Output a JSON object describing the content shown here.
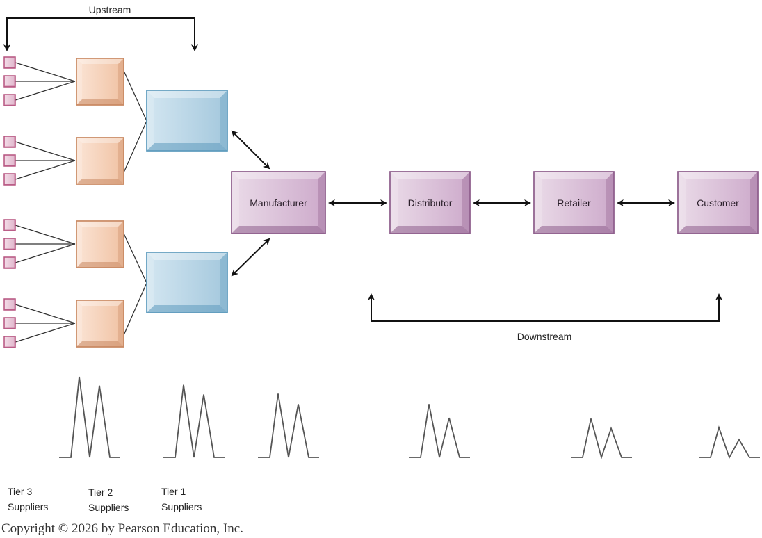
{
  "title": "Supply chain: upstream and downstream flow with demand variability (bullwhip effect)",
  "labels": {
    "upstream": "Upstream",
    "downstream": "Downstream",
    "copyright": "Copyright © 2026 by Pearson Education, Inc."
  },
  "tiers": [
    {
      "line1": "Tier 3",
      "line2": "Suppliers"
    },
    {
      "line1": "Tier 2",
      "line2": "Suppliers"
    },
    {
      "line1": "Tier 1",
      "line2": "Suppliers"
    }
  ],
  "chain_nodes": [
    {
      "id": "manufacturer",
      "label": "Manufacturer"
    },
    {
      "id": "distributor",
      "label": "Distributor"
    },
    {
      "id": "retailer",
      "label": "Retailer"
    },
    {
      "id": "customer",
      "label": "Customer"
    }
  ],
  "structure": {
    "tier1_supplier_count": 2,
    "tier2_suppliers_per_tier1": 2,
    "tier3_suppliers_per_tier2": 3
  },
  "colors": {
    "tier3_fill": "#e8c4d6",
    "tier3_border": "#b5527f",
    "tier2_fill": "#f2c9ad",
    "tier2_border": "#c98963",
    "tier1_fill": "#b3d3e6",
    "tier1_border": "#5f9bbd",
    "node_fill": "#d9bfd6",
    "node_border": "#8e5f8c",
    "line": "#333333",
    "arrow": "#111111"
  },
  "demand_profiles": [
    {
      "stage": "Tier 3 / Tier 2 Suppliers",
      "peak1": 1.0,
      "valley": 0.0,
      "peak2": 0.89
    },
    {
      "stage": "Tier 1 Suppliers",
      "peak1": 0.9,
      "valley": 0.0,
      "peak2": 0.78
    },
    {
      "stage": "Manufacturer",
      "peak1": 0.79,
      "valley": 0.0,
      "peak2": 0.66
    },
    {
      "stage": "Distributor",
      "peak1": 0.66,
      "valley": 0.0,
      "peak2": 0.49
    },
    {
      "stage": "Retailer",
      "peak1": 0.48,
      "valley": 0.0,
      "peak2": 0.36
    },
    {
      "stage": "Customer",
      "peak1": 0.37,
      "valley": 0.0,
      "peak2": 0.22
    }
  ]
}
